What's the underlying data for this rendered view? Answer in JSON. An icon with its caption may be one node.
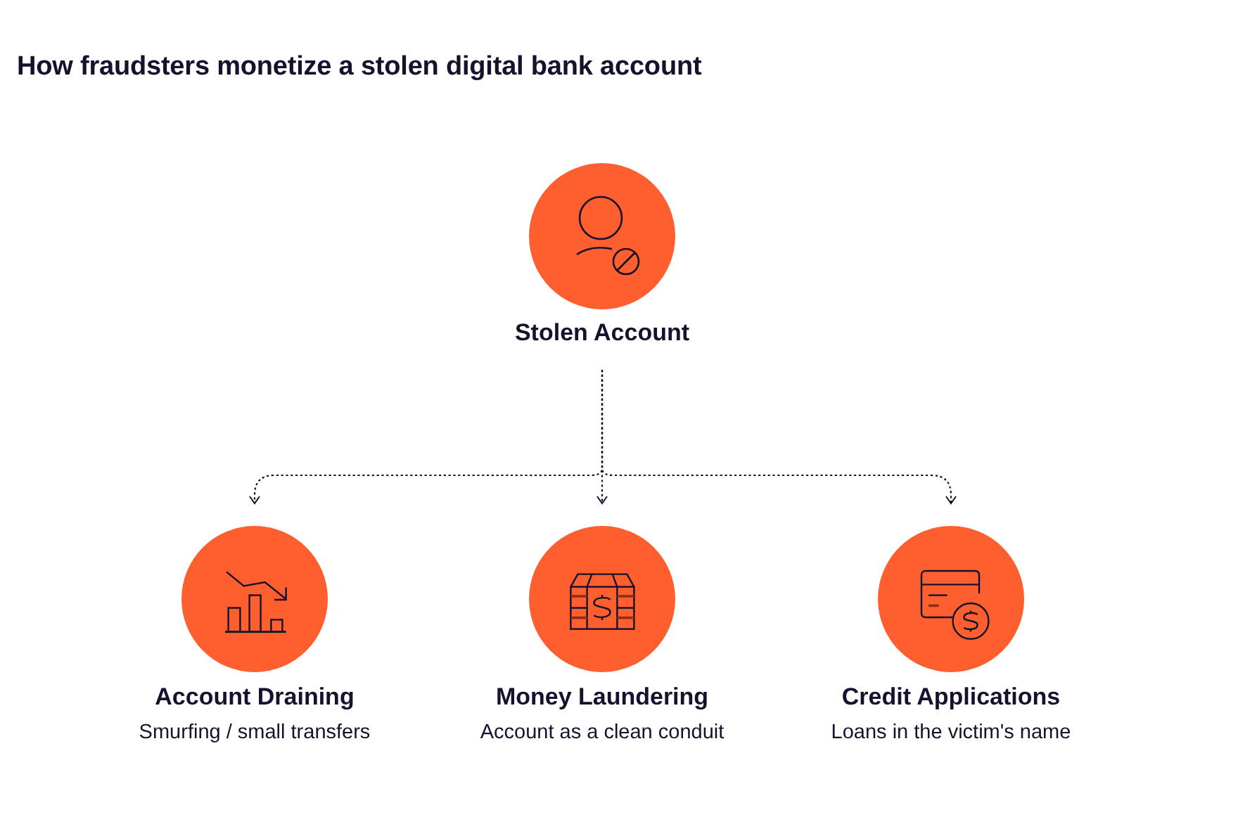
{
  "diagram": {
    "title": "How fraudsters monetize a stolen digital bank account",
    "nodes": [
      {
        "text": [
          "Stolen Account"
        ]
      },
      {
        "text": [
          "Account Draining",
          "Smurfing / small transfers"
        ]
      },
      {
        "text": [
          "Money Laundering",
          "Account as a clean conduit"
        ]
      },
      {
        "text": [
          "Credit Applications",
          "Loans in the victim's name"
        ]
      }
    ],
    "edges": [
      {
        "from": 0,
        "to": 1,
        "arrow": "to",
        "style": "dashed"
      },
      {
        "from": 0,
        "to": 2,
        "arrow": "to",
        "style": "dashed"
      },
      {
        "from": 0,
        "to": 3,
        "arrow": "to",
        "style": "dashed"
      }
    ]
  }
}
